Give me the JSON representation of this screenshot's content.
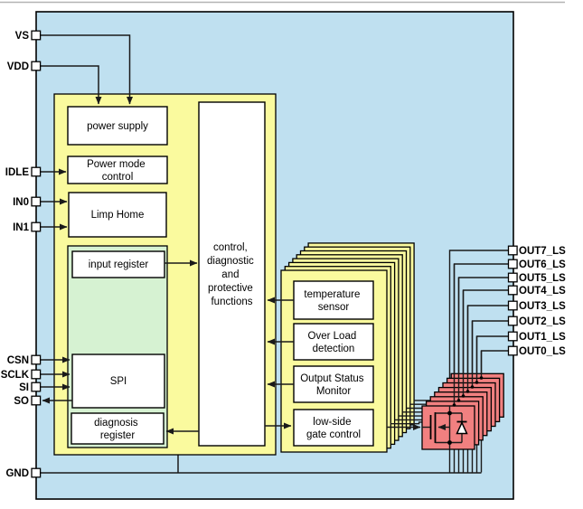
{
  "figure": {
    "kind": "ic-block-diagram",
    "channels": 8
  },
  "colors": {
    "chip": "#BFE0F0",
    "module": "#FAFA9E",
    "spi_region": "#D6F2D2",
    "output_stage": "#F18080",
    "block": "#FFFFFF",
    "wire": "#1a1a1a",
    "top_rule": "#b3b3b3"
  },
  "pins": {
    "left": [
      {
        "label": "VS"
      },
      {
        "label": "VDD"
      },
      {
        "label": "IDLE"
      },
      {
        "label": "IN0"
      },
      {
        "label": "IN1"
      },
      {
        "label": "CSN"
      },
      {
        "label": "SCLK"
      },
      {
        "label": "SI"
      },
      {
        "label": "SO"
      },
      {
        "label": "GND"
      }
    ],
    "right": [
      {
        "label": "OUT7_LS"
      },
      {
        "label": "OUT6_LS"
      },
      {
        "label": "OUT5_LS"
      },
      {
        "label": "OUT4_LS"
      },
      {
        "label": "OUT3_LS"
      },
      {
        "label": "OUT2_LS"
      },
      {
        "label": "OUT1_LS"
      },
      {
        "label": "OUT0_LS"
      }
    ]
  },
  "blocks": {
    "power_supply": {
      "label": "power supply"
    },
    "power_mode_control": {
      "lines": [
        "Power mode",
        "control"
      ]
    },
    "limp_home": {
      "label": "Limp Home"
    },
    "input_register": {
      "label": "input register"
    },
    "spi": {
      "label": "SPI"
    },
    "diagnosis_register": {
      "lines": [
        "diagnosis",
        "register"
      ]
    },
    "control": {
      "lines": [
        "control,",
        "diagnostic",
        "and",
        "protective",
        "functions"
      ]
    },
    "temperature_sensor": {
      "lines": [
        "temperature",
        "sensor"
      ]
    },
    "overload_detection": {
      "lines": [
        "Over Load",
        "detection"
      ]
    },
    "output_status_monitor": {
      "lines": [
        "Output Status",
        "Monitor"
      ]
    },
    "low_side_gate_control": {
      "lines": [
        "low-side",
        "gate control"
      ]
    }
  }
}
